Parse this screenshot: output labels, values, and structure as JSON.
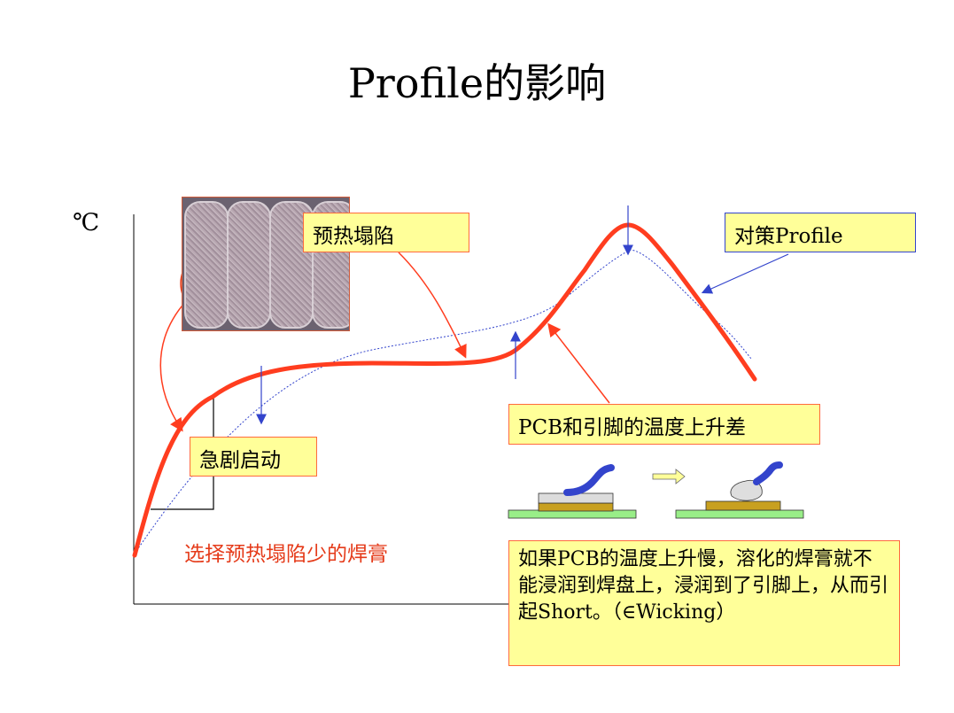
{
  "title": "Profile的影响",
  "axis": {
    "unit": "℃"
  },
  "labels": {
    "preheat_slump": "预热塌陷",
    "countermeasure_profile": "对策Profile",
    "pcb_lead_temp_diff": "PCB和引脚的温度上升差",
    "rapid_start": "急剧启动",
    "choose_paste": "选择预热塌陷少的焊膏"
  },
  "note": {
    "text": "如果PCB的温度上升慢，溶化的焊膏就不能浸润到焊盘上，浸润到了引脚上，从而引起Short。（∈Wicking）"
  },
  "colors": {
    "profile_line": "#ff3d1f",
    "counter_profile": "#3344cc",
    "label_fill": "#ffff99",
    "annotation_text": "#e53b1a"
  }
}
